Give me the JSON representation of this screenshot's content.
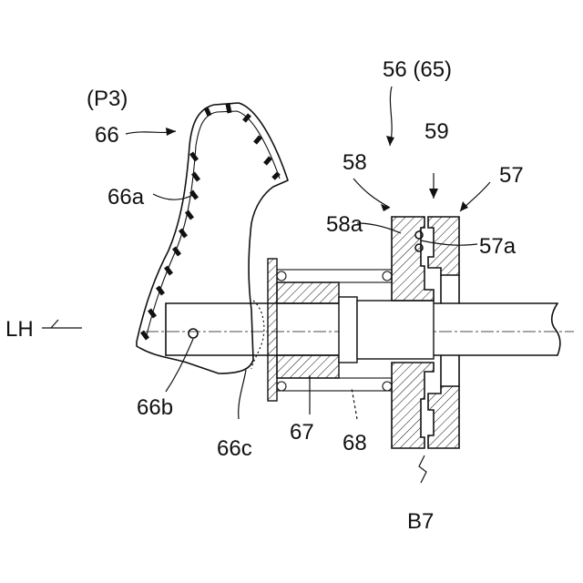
{
  "labels": {
    "p3": "(P3)",
    "n66": "66",
    "n66a": "66a",
    "n66b": "66b",
    "n66c": "66c",
    "n67": "67",
    "n68": "68",
    "lh": "LH",
    "n56_65": "56 (65)",
    "n58": "58",
    "n58a": "58a",
    "n59": "59",
    "n57": "57",
    "n57a": "57a",
    "b7": "B7"
  }
}
